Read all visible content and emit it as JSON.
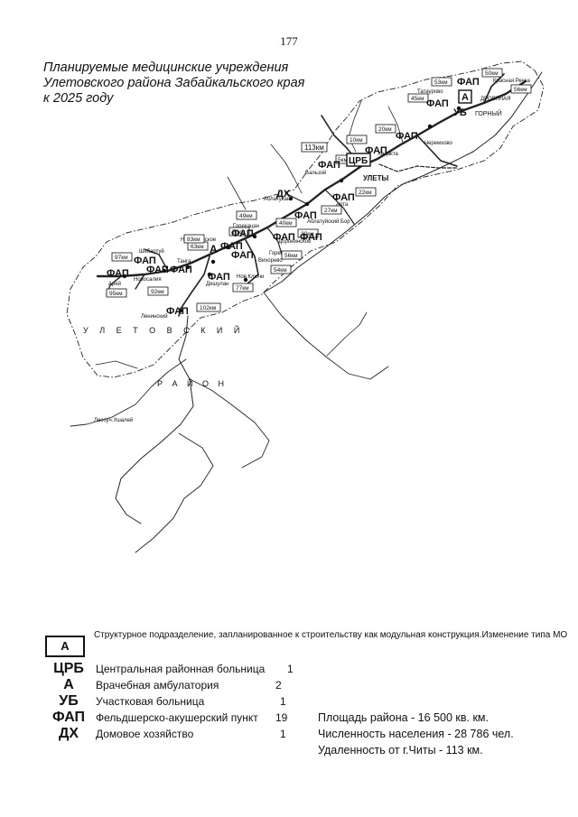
{
  "page_number": "177",
  "title": {
    "line1": "Планируемые медицинские учреждения",
    "line2": "Улетовского района Забайкальского края",
    "line3": "к 2025 году"
  },
  "district_labels": {
    "word1": "У Л Е Т О В С К И Й",
    "word2": "Р А Й О Н"
  },
  "places": [
    {
      "name": "Красная Речка"
    },
    {
      "name": "Татаурово"
    },
    {
      "name": "ГОРНЫЙ"
    },
    {
      "name": "ДРОВЯНАЯ"
    },
    {
      "name": "Черемхово"
    },
    {
      "name": "Хадакта"
    },
    {
      "name": "Бальзой"
    },
    {
      "name": "УЛЕТЫ"
    },
    {
      "name": "Аблатукан"
    },
    {
      "name": "Арта"
    },
    {
      "name": "Аблатуйский Бор"
    },
    {
      "name": "Доронинское"
    },
    {
      "name": "Горекацан"
    },
    {
      "name": "Николаевское"
    },
    {
      "name": "Горека"
    },
    {
      "name": "Шебартуй"
    },
    {
      "name": "Танга"
    },
    {
      "name": "Новосалия"
    },
    {
      "name": "Арей"
    },
    {
      "name": "Нов.Ключи"
    },
    {
      "name": "Вихорево"
    },
    {
      "name": "Дешулан"
    },
    {
      "name": "Ленинский"
    },
    {
      "name": "Лесоуч.Ушалей"
    }
  ],
  "distances": [
    {
      "label": "50км"
    },
    {
      "label": "53км"
    },
    {
      "label": "45км"
    },
    {
      "label": "56км"
    },
    {
      "label": "20км"
    },
    {
      "label": "113км"
    },
    {
      "label": "10км"
    },
    {
      "label": "5км"
    },
    {
      "label": "22км"
    },
    {
      "label": "27км"
    },
    {
      "label": "40км"
    },
    {
      "label": "30км"
    },
    {
      "label": "49км"
    },
    {
      "label": "70км"
    },
    {
      "label": "63км"
    },
    {
      "label": "83км"
    },
    {
      "label": "97км"
    },
    {
      "label": "95км"
    },
    {
      "label": "92км"
    },
    {
      "label": "56км"
    },
    {
      "label": "54км"
    },
    {
      "label": "77км"
    },
    {
      "label": "102км"
    }
  ],
  "facility_marks": [
    {
      "abbr": "ФАП"
    },
    {
      "abbr": "ФАП"
    },
    {
      "abbr": "А"
    },
    {
      "abbr": "УБ"
    },
    {
      "abbr": "ФАП"
    },
    {
      "abbr": "ФАП"
    },
    {
      "abbr": "ЦРБ"
    },
    {
      "abbr": "ФАП"
    },
    {
      "abbr": "ДХ"
    },
    {
      "abbr": "ФАП"
    },
    {
      "abbr": "ФАП"
    },
    {
      "abbr": "ФАП"
    },
    {
      "abbr": "ФАП"
    },
    {
      "abbr": "ФАП"
    },
    {
      "abbr": "ФАП"
    },
    {
      "abbr": "А"
    },
    {
      "abbr": "ФАП"
    },
    {
      "abbr": "ФАП"
    },
    {
      "abbr": "ФАП"
    },
    {
      "abbr": "ФАП"
    },
    {
      "abbr": "ФАП"
    },
    {
      "abbr": "ФАП"
    },
    {
      "abbr": "ФАП"
    }
  ],
  "legend": {
    "box_label": "А",
    "note": "Структурное подразделение, запланированное к строительству как модульная конструкция.Изменение типа МО",
    "items": [
      {
        "abbr": "ЦРБ",
        "desc": "Центральная районная больница",
        "count": "1"
      },
      {
        "abbr": "А",
        "desc": "Врачебная амбулатория",
        "count": "2"
      },
      {
        "abbr": "УБ",
        "desc": "Участковая больница",
        "count": "1"
      },
      {
        "abbr": "ФАП",
        "desc": "Фельдшерско-акушерский пункт",
        "count": "19"
      },
      {
        "abbr": "ДХ",
        "desc": "Домовое хозяйство",
        "count": "1"
      }
    ]
  },
  "stats": {
    "area": "Площадь района - 16 500 кв. км.",
    "population": "Численность населения - 28 786 чел.",
    "distance": "Удаленность от г.Читы - 113 км."
  }
}
